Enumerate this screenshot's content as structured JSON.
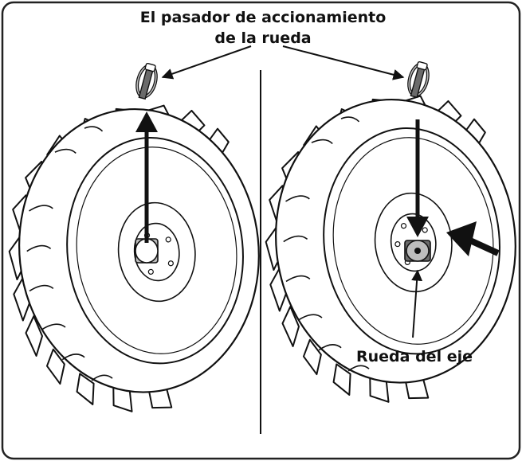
{
  "labels": {
    "title_line1": "El pasador de accionamiento",
    "title_line2": "de la rueda",
    "axle_label": "Rueda del eje"
  },
  "colors": {
    "ink": "#111111",
    "frame": "#222222",
    "shade": "#6b6b6b",
    "light": "#bdbdbd",
    "paper": "#ffffff"
  },
  "icons": {
    "wheel_left": "tiller-wheel-icon",
    "wheel_right": "tiller-wheel-icon",
    "pin_left": "lynch-pin-icon",
    "pin_right": "lynch-pin-icon"
  }
}
